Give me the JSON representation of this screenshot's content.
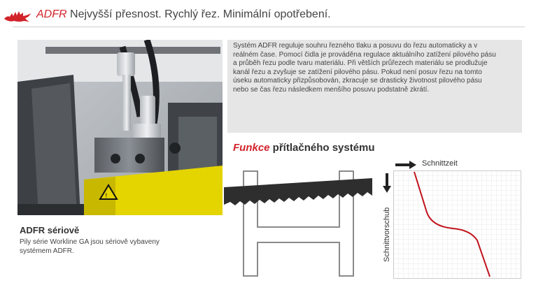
{
  "header": {
    "brand": "ADFR",
    "tagline": "Nejvyšší přesnost. Rychlý řez. Minimální opotřebení.",
    "logo_icon": "red-dragon-logo",
    "accent_color": "#d2232a"
  },
  "intro": {
    "text": "Systém ADFR reguluje souhru řezného tlaku a posuvu do řezu automaticky a v reálném čase. Pomocí čidla je prováděna regulace aktuálního zatížení pilového pásu a průběh řezu podle tvaru materiálu. Při větších průřezech materiálu se prodlužuje kanál řezu a zvyšuje se zatížení pilového pásu. Pokud není posuv řezu na tomto úseku automaticky přizpůsobován, zkracuje se drasticky životnost pilového pásu nebo se čas řezu následkem menšího posuvu podstatně zkrátí."
  },
  "series": {
    "title": "ADFR sériově",
    "text": "Pily série Workline GA jsou sériově vybaveny systémem ADFR."
  },
  "function": {
    "title_accent": "Funkce",
    "title_rest": " přítlačného systému"
  },
  "graph": {
    "x_label": "Schnittzeit",
    "y_label": "Schnittvorschub",
    "curve_color": "#c0141c"
  }
}
